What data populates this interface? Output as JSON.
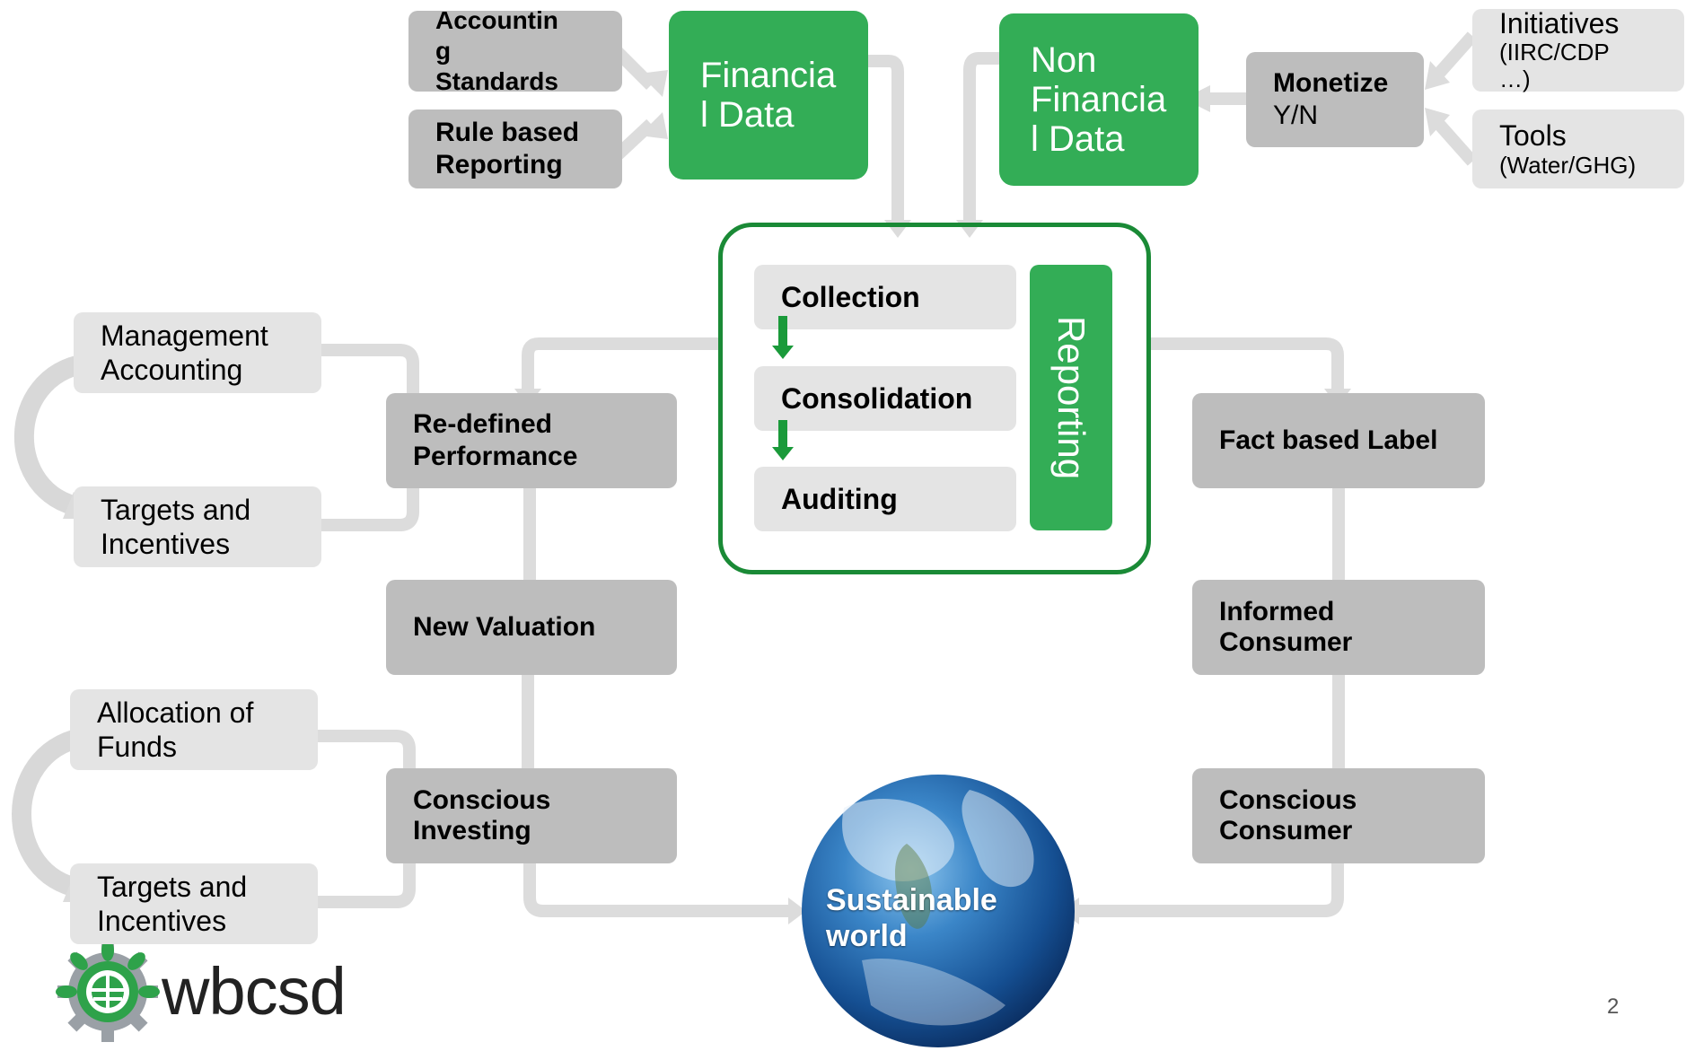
{
  "inputs": {
    "accounting_standards": "Accountin\ng\nStandards",
    "rule_based_reporting": "Rule based\nReporting",
    "initiatives_title": "Initiatives",
    "initiatives_sub": "(IIRC/CDP\n…)",
    "tools_title": "Tools",
    "tools_sub": "(Water/GHG)",
    "monetize": "Monetize",
    "monetize_sub": "Y/N"
  },
  "data_sources": {
    "financial": "Financia\nl Data",
    "non_financial": "Non\nFinancia\nl Data"
  },
  "reporting": {
    "collection": "Collection",
    "consolidation": "Consolidation",
    "auditing": "Auditing",
    "label": "Reporting"
  },
  "left_chain": {
    "redefined_performance": "Re-defined\nPerformance",
    "new_valuation": "New Valuation",
    "conscious_investing": "Conscious\nInvesting",
    "management_accounting": "Management\nAccounting",
    "targets_incentives_1": "Targets and\nIncentives",
    "allocation_of_funds": "Allocation of\nFunds",
    "targets_incentives_2": "Targets and\nIncentives"
  },
  "right_chain": {
    "fact_based_label": "Fact based Label",
    "informed_consumer": "Informed\nConsumer",
    "conscious_consumer": "Conscious\nConsumer"
  },
  "outcome": "Sustainable\nworld",
  "logo": "wbcsd",
  "page_number": "2",
  "colors": {
    "green": "#33ad56",
    "dark_green": "#1a8a36",
    "box_dark": "#bdbdbd",
    "box_light": "#e4e4e4",
    "connector": "#dcdcdc"
  }
}
